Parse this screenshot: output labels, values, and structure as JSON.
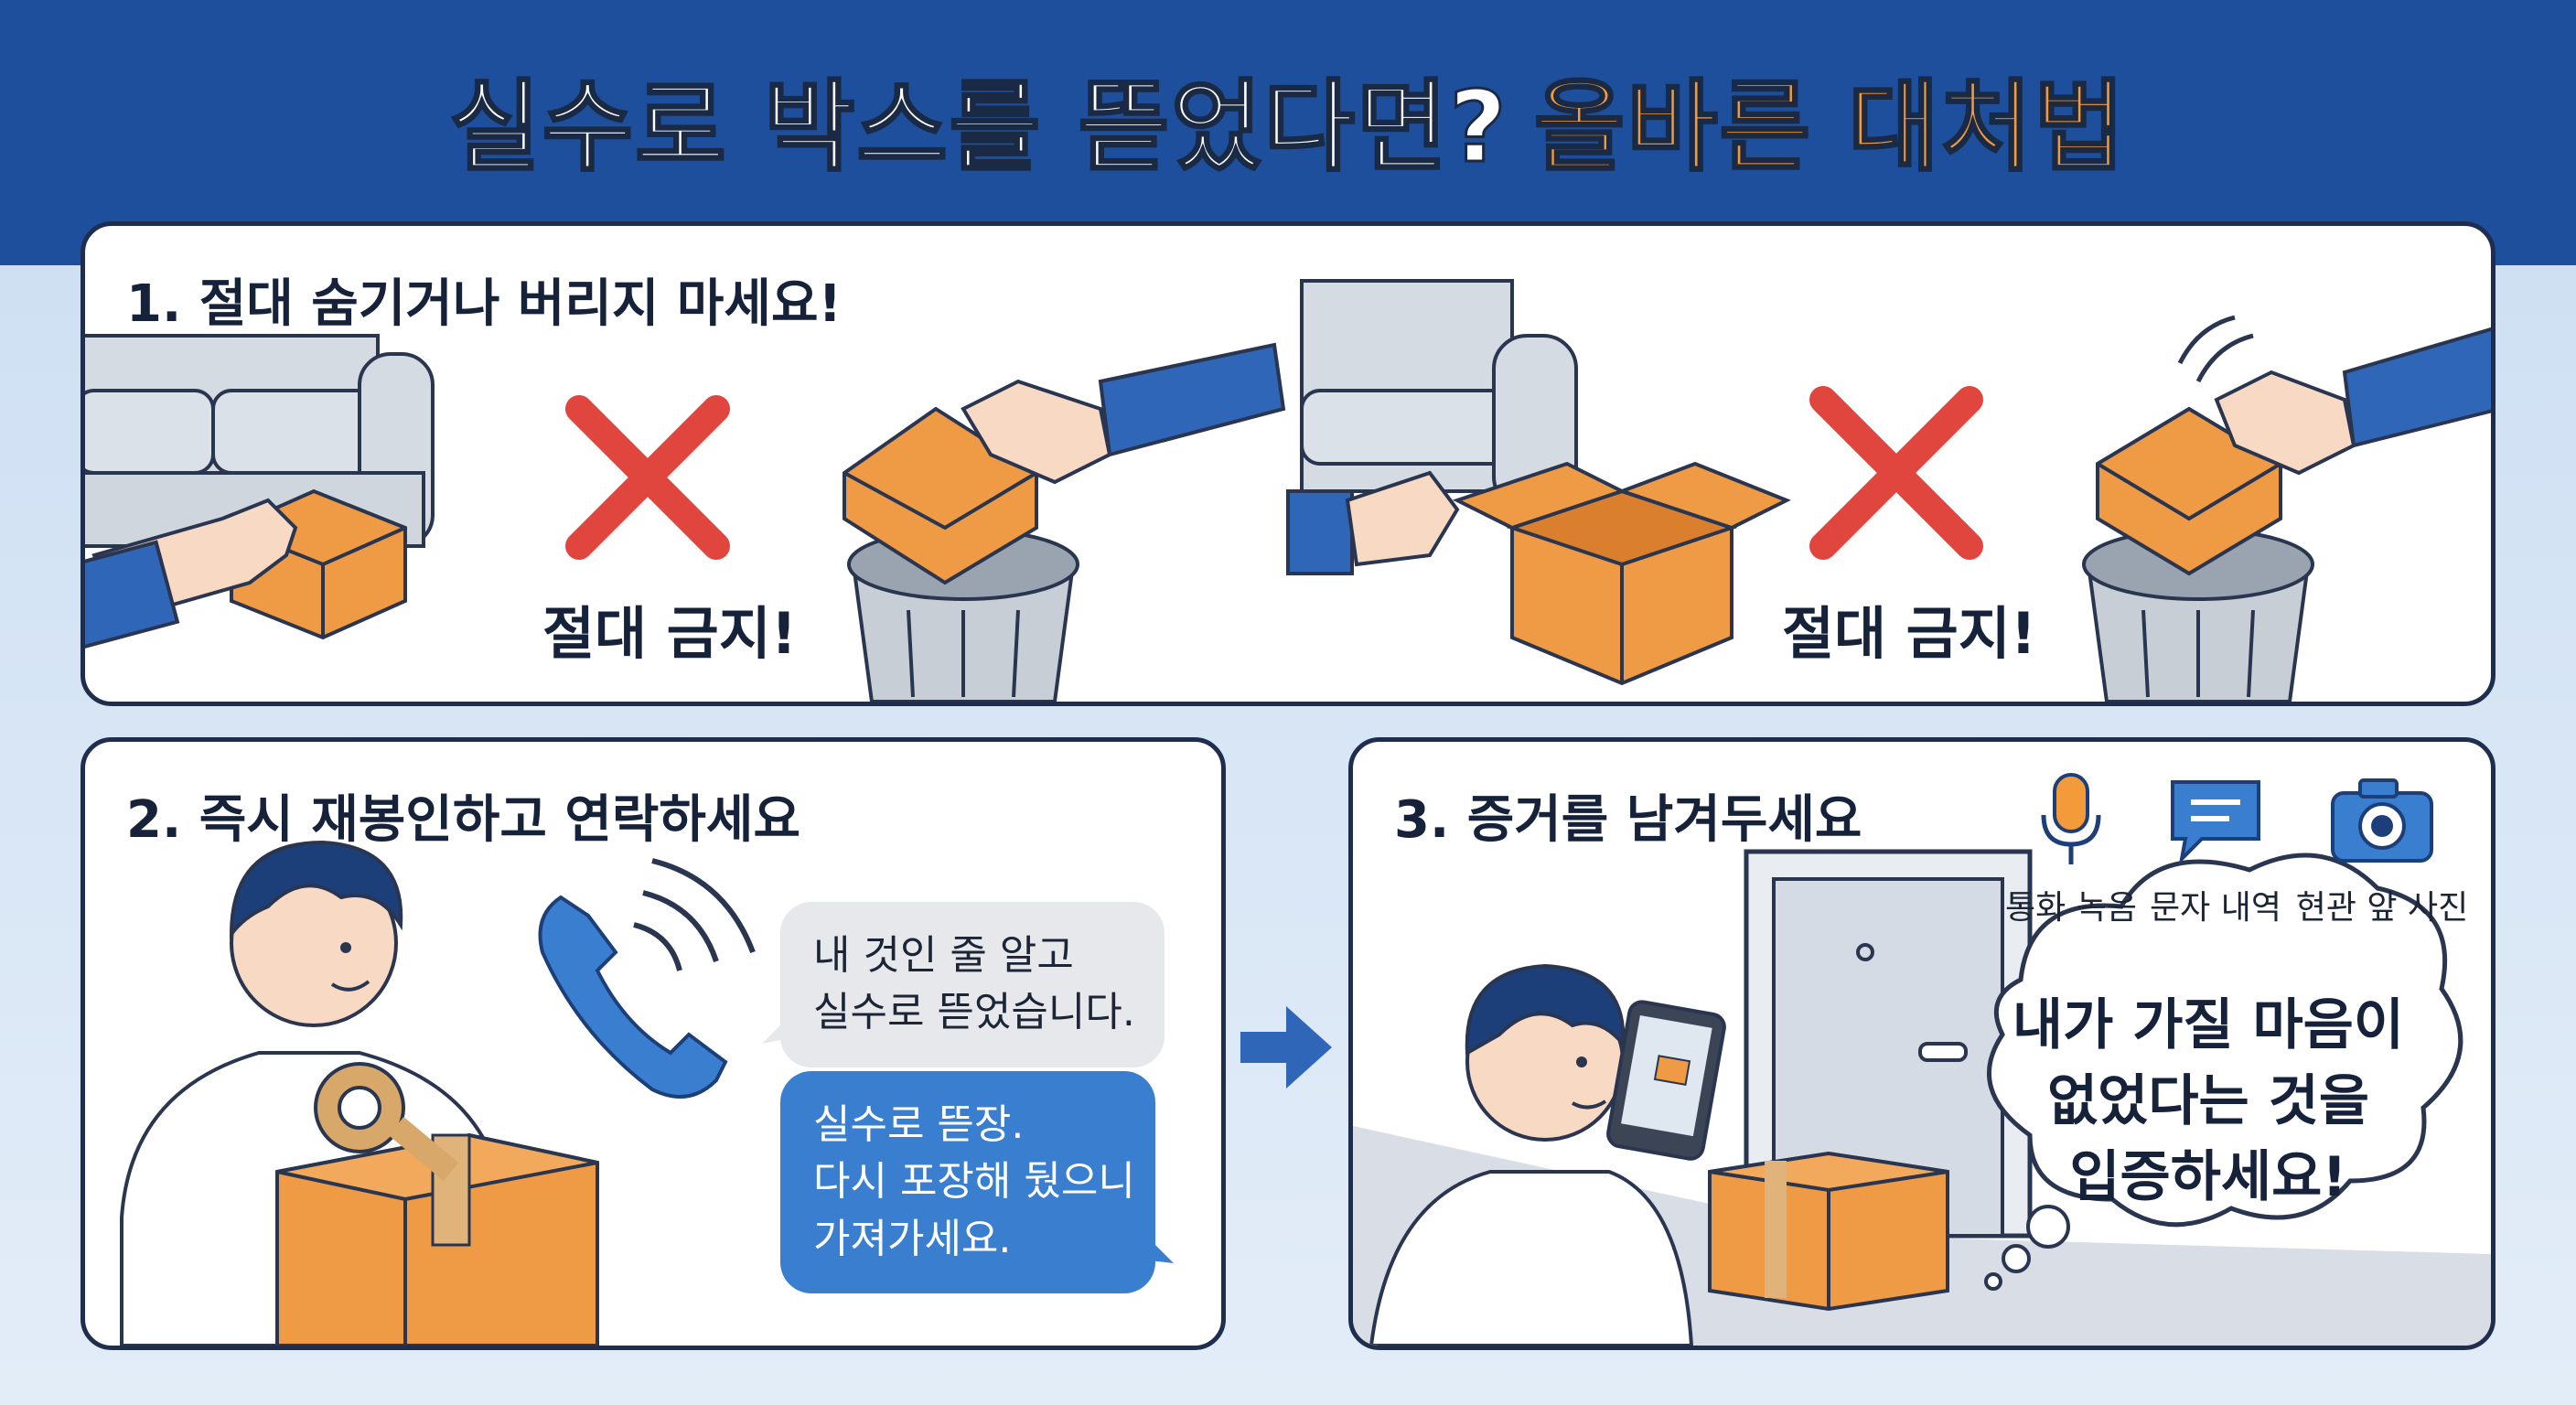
{
  "title": {
    "part1": "실수로 박스를 뜯었다면?",
    "part2": "올바른 대처법"
  },
  "colors": {
    "header_blue": "#1d4f9c",
    "accent_orange": "#f39a3a",
    "box_orange": "#ef9a45",
    "forbid_red": "#e0453e",
    "sleeve_blue": "#2f66b7"
  },
  "section1": {
    "heading": "1. 절대 숨기거나 버리지 마세요!",
    "warning_left": "절대 금지!",
    "warning_right": "절대 금지!"
  },
  "section2": {
    "heading": "2. 즉시 재봉인하고 연락하세요",
    "message_received": [
      "내 것인 줄 알고",
      "실수로 뜯었습니다."
    ],
    "message_sent": [
      "실수로 뜯장.",
      "다시 포장해 뒀으니",
      "가져가세요."
    ]
  },
  "section3": {
    "heading": "3. 증거를 남겨두세요",
    "proof_items": [
      {
        "icon": "microphone-icon",
        "label": "통화 녹음"
      },
      {
        "icon": "chat-icon",
        "label": "문자 내역"
      },
      {
        "icon": "camera-icon",
        "label": "현관 앞 사진"
      }
    ],
    "thought": [
      "내가 가질 마음이",
      "없었다는 것을",
      "입증하세요!"
    ]
  }
}
